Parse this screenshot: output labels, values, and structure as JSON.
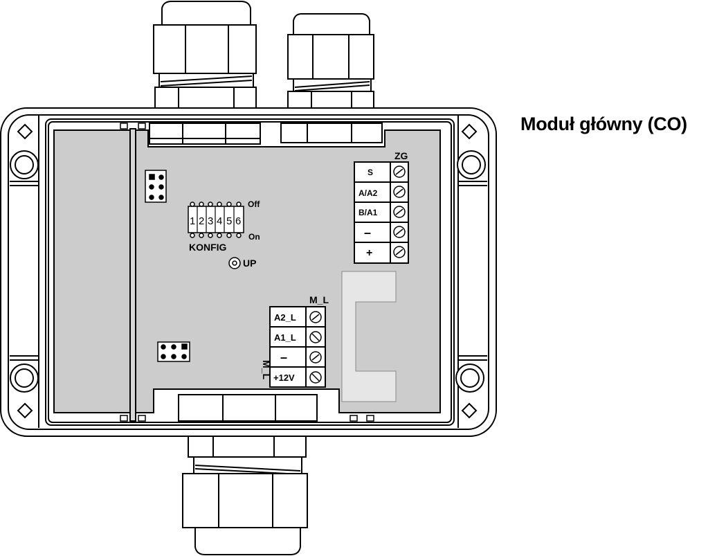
{
  "title": "Moduł główny (CO)",
  "connector_zg": {
    "header": "ZG",
    "terminals": [
      "S",
      "A/A2",
      "B/A1",
      "–",
      "+"
    ]
  },
  "connector_ml": {
    "header": "M_L",
    "side_label": "M_L",
    "terminals": [
      "A2_L",
      "A1_L",
      "–",
      "+12V"
    ]
  },
  "dip_switch": {
    "label": "KONFIG",
    "off_label": "Off",
    "on_label": "On",
    "positions": [
      "1",
      "2",
      "3",
      "4",
      "5",
      "6"
    ]
  },
  "button": {
    "label": "UP"
  }
}
